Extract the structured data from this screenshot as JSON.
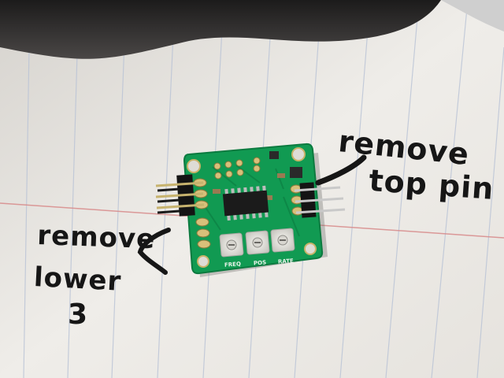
{
  "photo": {
    "colors": {
      "paper": "#efede9",
      "shadow": "#2a2828",
      "rule_blue": "#b9c3d6",
      "rule_red": "#d88a8a",
      "pcb_green": "#119a52",
      "pad_gold": "#d8c07a",
      "pot_white": "#ecebe6",
      "ink": "#161616"
    }
  },
  "annotations": {
    "top_right": {
      "line1": "remove",
      "line2": "top pin"
    },
    "left": {
      "line1": "remove",
      "line2": "lower",
      "line3": "3"
    }
  },
  "pcb": {
    "pot_labels": [
      "FREQ",
      "POS",
      "RATE"
    ]
  }
}
